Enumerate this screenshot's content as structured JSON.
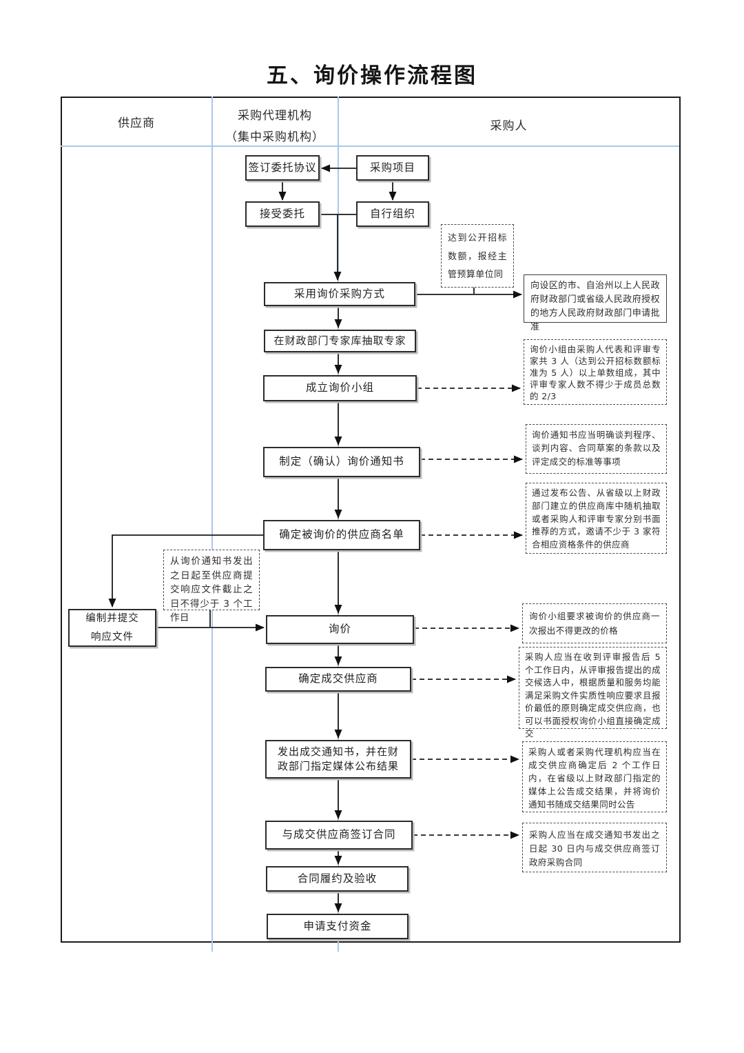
{
  "title": "五、询价操作流程图",
  "lanes": {
    "supplier": "供应商",
    "agency": [
      "采购代理机构",
      "（集中采购机构）"
    ],
    "purchaser": "采购人"
  },
  "flow": {
    "sign_agreement": "签订委托协议",
    "procurement_project": "采购项目",
    "accept_entrustment": "接受委托",
    "self_organize": "自行组织",
    "adopt_inquiry_method": "采用询价采购方式",
    "draw_experts": "在财政部门专家库抽取专家",
    "form_inquiry_team": "成立询价小组",
    "make_inquiry_notice": "制定（确认）询价通知书",
    "determine_supplier_list": "确定被询价的供应商名单",
    "prepare_response": [
      "编制并提交",
      "响应文件"
    ],
    "inquiry": "询价",
    "determine_winning_supplier": "确定成交供应商",
    "issue_award_notice": "发出成交通知书，并在财政部门指定媒体公布结果",
    "sign_contract": "与成交供应商签订合同",
    "contract_performance": "合同履约及验收",
    "apply_payment": "申请支付资金"
  },
  "notes": {
    "over_threshold": "达到公开招标数额，报经主管预算单位同",
    "apply_approval": "向设区的市、自治州以上人民政府财政部门或省级人民政府授权的地方人民政府财政部门申请批准",
    "team_composition": "询价小组由采购人代表和评审专家共 3 人（达到公开招标数额标准为 5 人）以上单数组成，其中评审专家人数不得少于成员总数的 2/3",
    "notice_content": "询价通知书应当明确谈判程序、谈判内容、合同草案的条款以及评定成交的标准等事项",
    "supplier_selection": "通过发布公告、从省级以上财政部门建立的供应商库中随机抽取或者采购人和评审专家分别书面推荐的方式，邀请不少于 3 家符合相应资格条件的供应商",
    "response_deadline": "从询价通知书发出之日起至供应商提交响应文件截止之日不得少于 3 个工作日",
    "one_time_quote": "询价小组要求被询价的供应商一次报出不得更改的价格",
    "winner_determination": "采购人应当在收到评审报告后 5 个工作日内，从评审报告提出的成交候选人中，根据质量和服务均能满足采购文件实质性响应要求且报价最低的原则确定成交供应商，也可以书面授权询价小组直接确定成交",
    "result_announcement": "采购人或者采购代理机构应当在成交供应商确定后 2 个工作日内，在省级以上财政部门指定的媒体上公告成交结果，并将询价通知书随成交结果同时公告",
    "contract_deadline": "采购人应当在成交通知书发出之日起 30 日内与成交供应商签订政府采购合同"
  },
  "colors": {
    "lane_line": "#aac8e6",
    "frame_border": "#1b1b1b",
    "box_border": "#2b2b2b",
    "text": "#2d2d2d"
  }
}
